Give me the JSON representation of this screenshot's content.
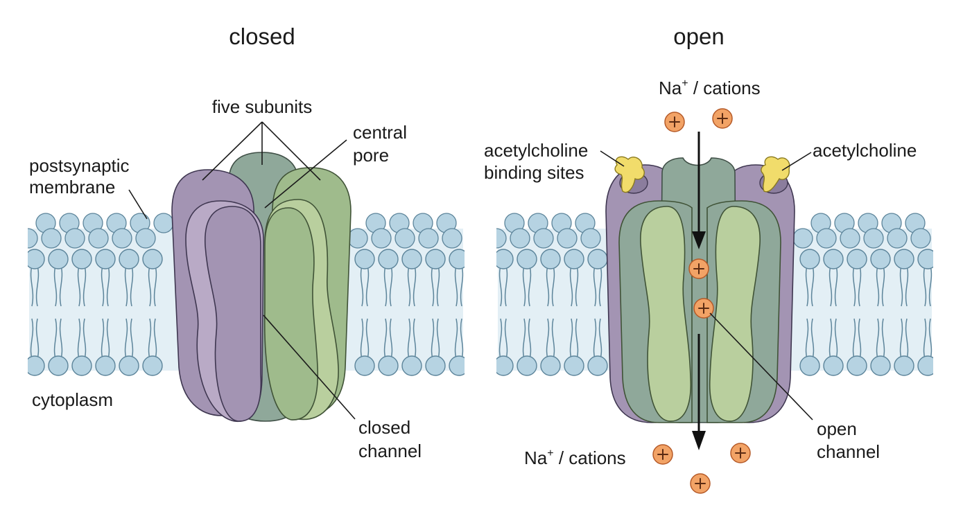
{
  "panels": {
    "closed": {
      "title": "closed",
      "labels": {
        "five_subunits": "five subunits",
        "central_pore_1": "central",
        "central_pore_2": "pore",
        "membrane_1": "postsynaptic",
        "membrane_2": "membrane",
        "cytoplasm": "cytoplasm",
        "closed_channel_1": "closed",
        "closed_channel_2": "channel"
      }
    },
    "open": {
      "title": "open",
      "labels": {
        "cations_top_na": "Na",
        "cations_top_sup": "+",
        "cations_top_rest": " / cations",
        "cations_bottom_na": "Na",
        "cations_bottom_sup": "+",
        "cations_bottom_rest": " / cations",
        "binding_1": "acetylcholine",
        "binding_2": "binding sites",
        "ach_right": "acetylcholine",
        "open_channel_1": "open",
        "open_channel_2": "channel"
      }
    }
  },
  "colors": {
    "purple": "#a394b3",
    "purple_light": "#b9aac6",
    "teal": "#8fa89a",
    "green": "#9fbb8c",
    "green_light": "#b9cf9e",
    "lipid_head": "#b6d3e2",
    "lipid_edge": "#5c849a",
    "membrane_band": "#e3eff5",
    "cation": "#f2a366",
    "acetylcholine": "#f1dc6b"
  },
  "icons": {
    "cation": "plus-circle-icon",
    "flow_arrow": "down-arrow-icon"
  }
}
